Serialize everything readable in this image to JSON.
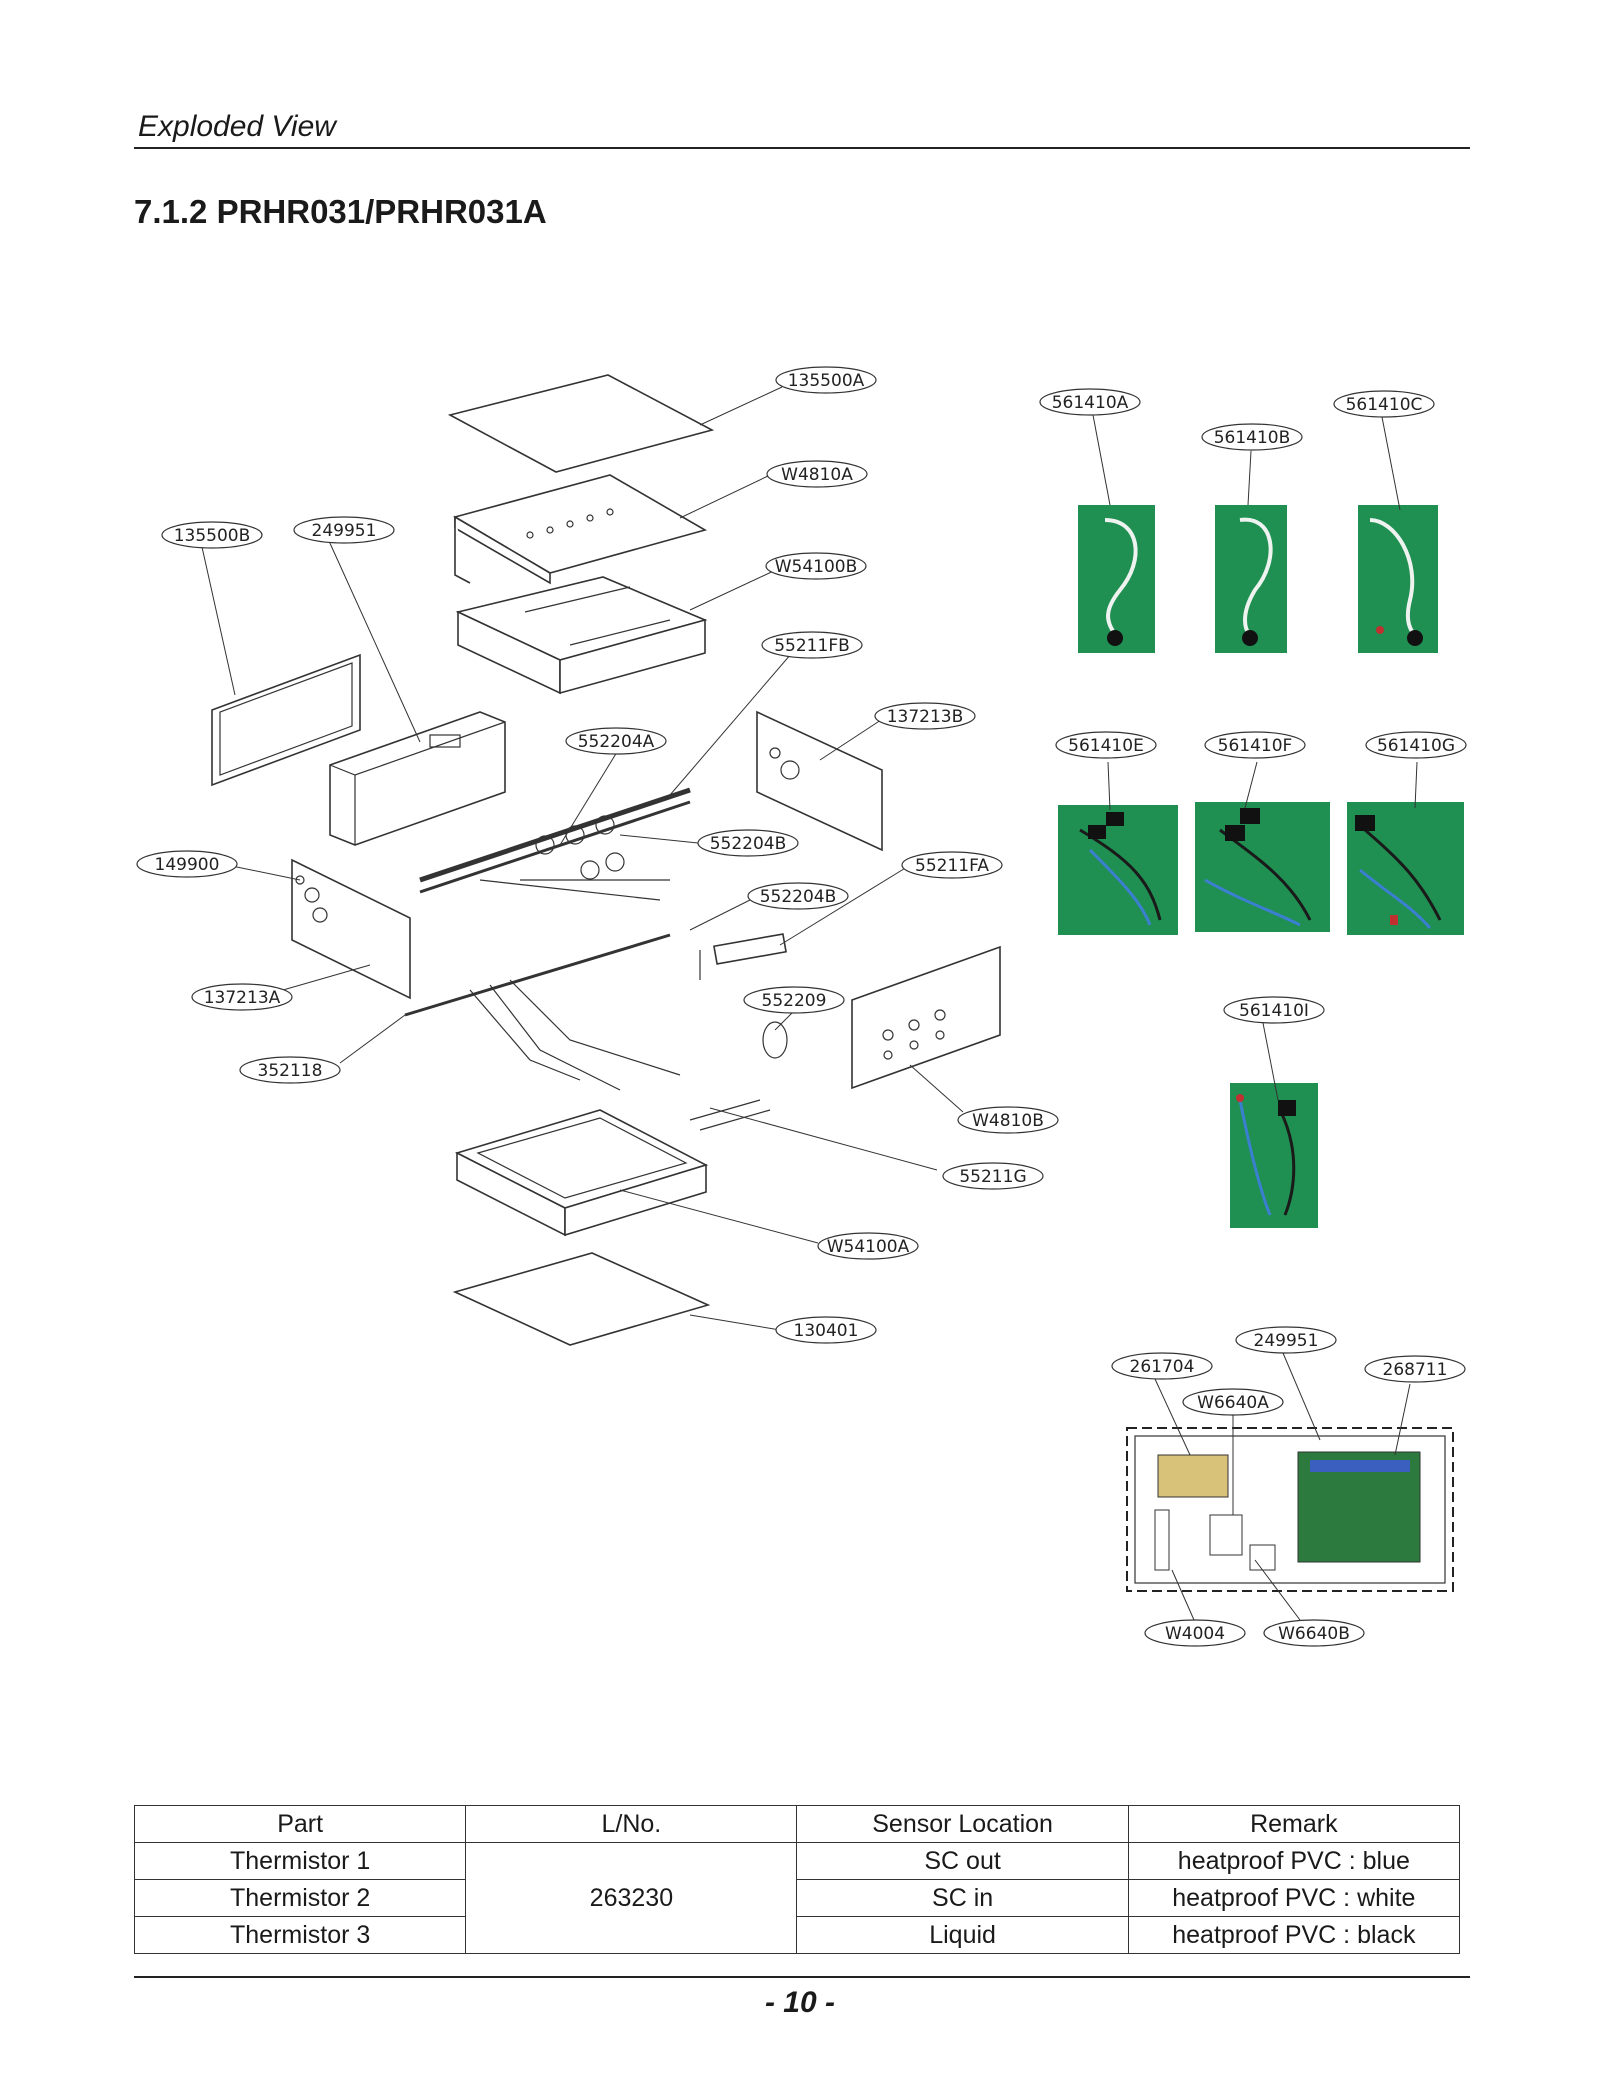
{
  "header": {
    "title": "Exploded View"
  },
  "section": {
    "title": "7.1.2 PRHR031/PRHR031A"
  },
  "callouts": {
    "c135500A": "135500A",
    "cW4810A": "W4810A",
    "cW54100B": "W54100B",
    "c55211FB": "55211FB",
    "c137213B": "137213B",
    "c552204A": "552204A",
    "c135500B": "135500B",
    "c249951a": "249951",
    "c552204B1": "552204B",
    "c149900": "149900",
    "c55211FA": "55211FA",
    "c552204B2": "552204B",
    "c137213A": "137213A",
    "c552209": "552209",
    "c352118": "352118",
    "cW4810B": "W4810B",
    "c55211G": "55211G",
    "cW54100A": "W54100A",
    "c130401": "130401",
    "c561410A": "561410A",
    "c561410B": "561410B",
    "c561410C": "561410C",
    "c561410E": "561410E",
    "c561410F": "561410F",
    "c561410G": "561410G",
    "c561410I": "561410I",
    "c249951b": "249951",
    "c261704": "261704",
    "c268711": "268711",
    "cW6640A": "W6640A",
    "cW4004": "W4004",
    "cW6640B": "W6640B"
  },
  "table": {
    "headers": [
      "Part",
      "L/No.",
      "Sensor Location",
      "Remark"
    ],
    "rows": [
      {
        "part": "Thermistor 1",
        "sensor": "SC out",
        "remark": "heatproof PVC : blue"
      },
      {
        "part": "Thermistor 2",
        "sensor": "SC in",
        "remark": "heatproof PVC : white"
      },
      {
        "part": "Thermistor 3",
        "sensor": "Liquid",
        "remark": "heatproof PVC : black"
      }
    ],
    "lno": "263230"
  },
  "footer": {
    "page": "- 10 -"
  }
}
